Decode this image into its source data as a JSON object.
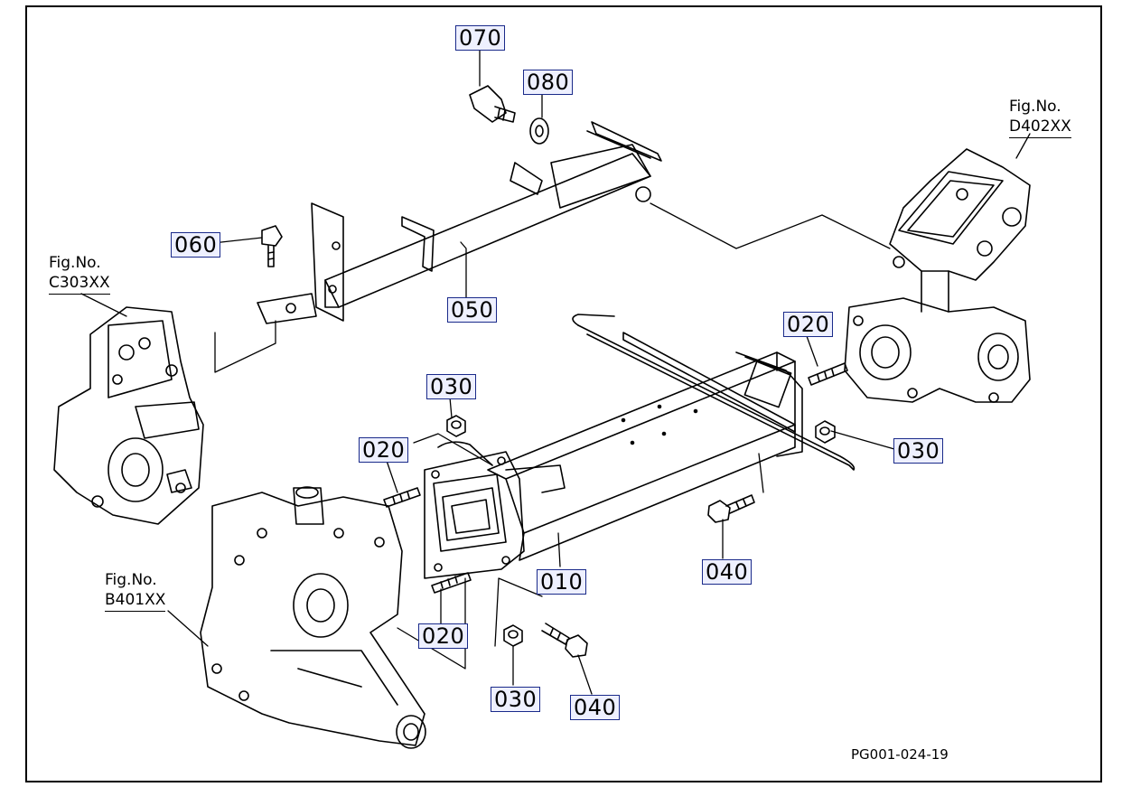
{
  "callouts": {
    "c070": "070",
    "c080": "080",
    "c060": "060",
    "c050": "050",
    "c020_right": "020",
    "c030_top": "030",
    "c020_left": "020",
    "c030_right": "030",
    "c010": "010",
    "c040_right": "040",
    "c020_bottom": "020",
    "c030_bottom": "030",
    "c040_bottom": "040"
  },
  "figrefs": {
    "d402": {
      "label": "Fig.No.",
      "num": "D402XX"
    },
    "c303": {
      "label": "Fig.No.",
      "num": "C303XX"
    },
    "b401": {
      "label": "Fig.No.",
      "num": "B401XX"
    }
  },
  "page_code": "PG001-024-19",
  "colors": {
    "callout_border": "#1a2a8a",
    "callout_fill": "#eef0ff",
    "line": "#000000"
  }
}
